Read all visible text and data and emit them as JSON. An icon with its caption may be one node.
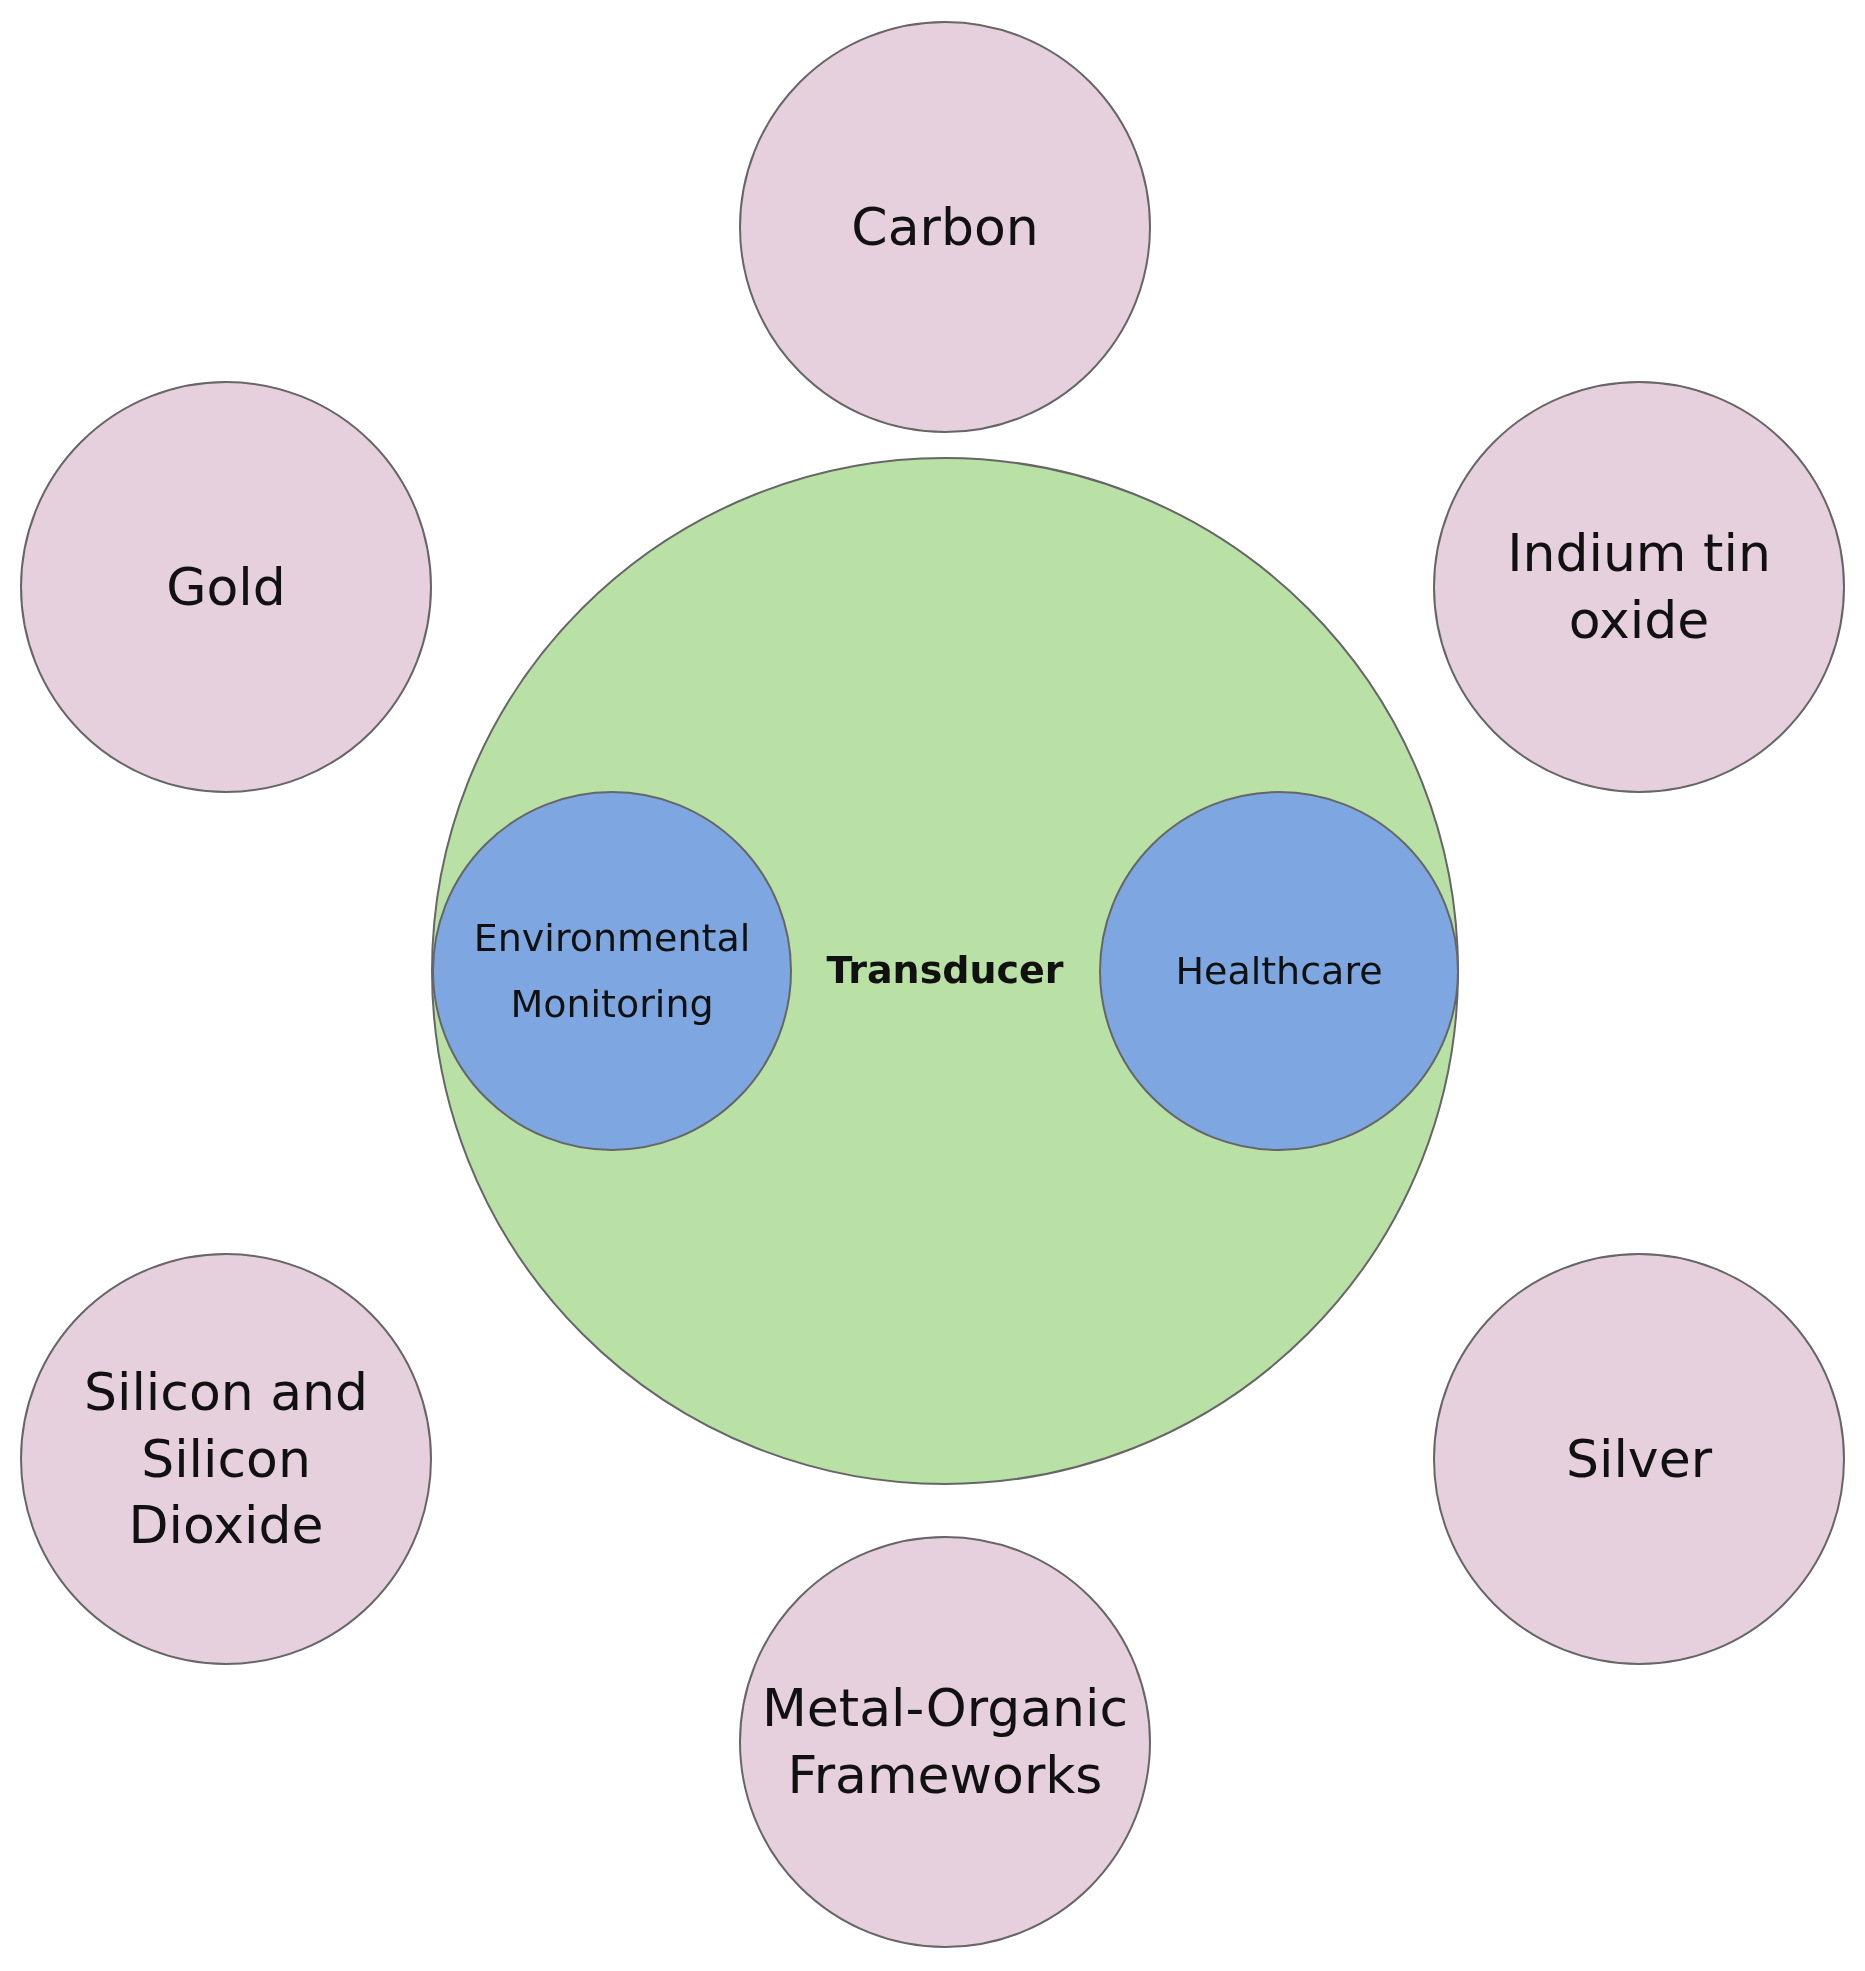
{
  "diagram": {
    "nodes": [
      {
        "text": [
          "Carbon"
        ]
      },
      {
        "text": [
          "Gold"
        ]
      },
      {
        "text": [
          "Indium tin oxide"
        ]
      },
      {
        "text": [
          "Transducer"
        ]
      },
      {
        "text": [
          "Environmental Monitoring"
        ],
        "in": 3
      },
      {
        "text": [
          "Healthcare"
        ],
        "in": 3
      },
      {
        "text": [
          "Silicon and Silicon Dioxide"
        ]
      },
      {
        "text": [
          "Silver"
        ]
      },
      {
        "text": [
          "Metal-Organic Frameworks"
        ]
      }
    ]
  }
}
